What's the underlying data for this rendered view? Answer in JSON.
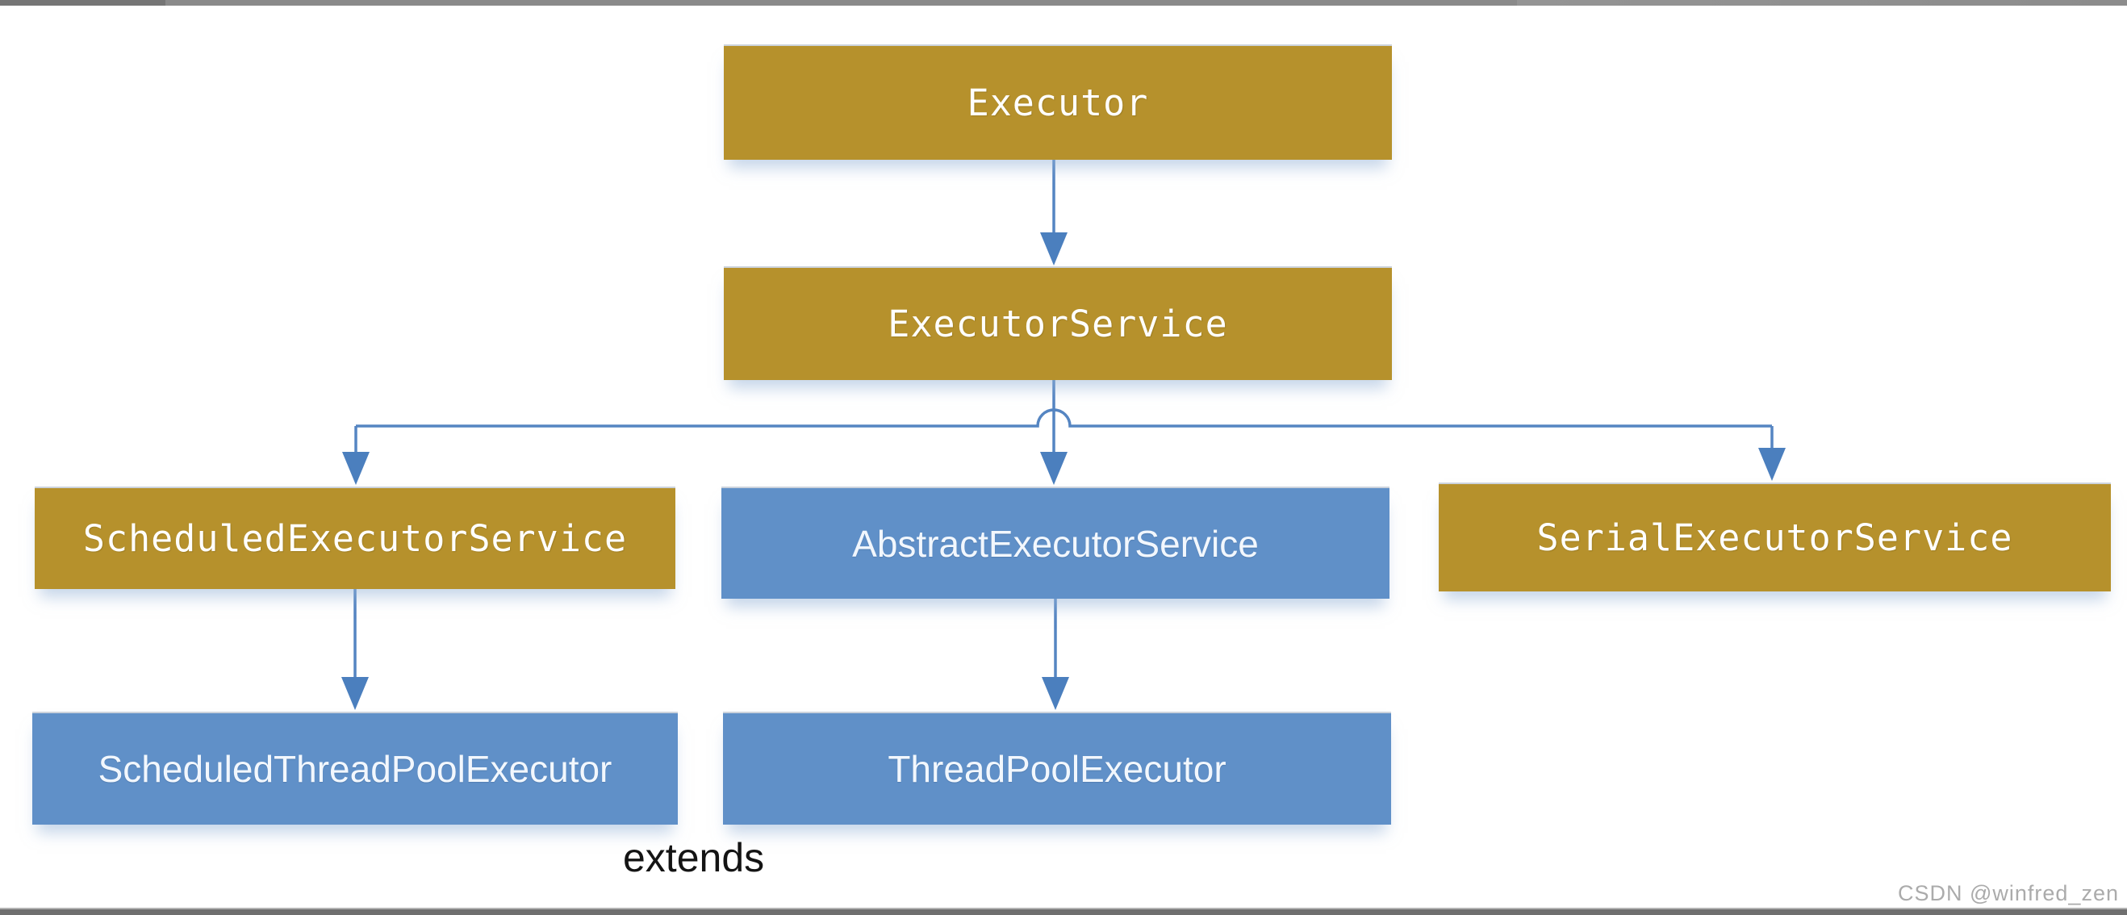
{
  "diagram": {
    "kind": "class-inheritance-diagram",
    "caption": "extends",
    "nodes": [
      {
        "label": "Executor",
        "type": "interface",
        "fill": "#B6912C",
        "text_color": "#FFFFFF"
      },
      {
        "label": "ExecutorService",
        "type": "interface",
        "fill": "#B6912C",
        "text_color": "#FFFFFF"
      },
      {
        "label": "ScheduledExecutorService",
        "type": "interface",
        "fill": "#B6912C",
        "text_color": "#FFFFFF"
      },
      {
        "label": "AbstractExecutorService",
        "type": "class",
        "fill": "#6090C8",
        "text_color": "#FFFFFF"
      },
      {
        "label": "SerialExecutorService",
        "type": "interface",
        "fill": "#B6912C",
        "text_color": "#FFFFFF"
      },
      {
        "label": "ScheduledThreadPoolExecutor",
        "type": "class",
        "fill": "#6090C8",
        "text_color": "#FFFFFF"
      },
      {
        "label": "ThreadPoolExecutor",
        "type": "class",
        "fill": "#6090C8",
        "text_color": "#FFFFFF"
      }
    ],
    "edges": [
      {
        "from": "Executor",
        "to": "ExecutorService",
        "relation": "extends"
      },
      {
        "from": "ExecutorService",
        "to": "ScheduledExecutorService",
        "relation": "extends"
      },
      {
        "from": "ExecutorService",
        "to": "AbstractExecutorService",
        "relation": "extends"
      },
      {
        "from": "ExecutorService",
        "to": "SerialExecutorService",
        "relation": "extends"
      },
      {
        "from": "ScheduledExecutorService",
        "to": "ScheduledThreadPoolExecutor",
        "relation": "extends"
      },
      {
        "from": "AbstractExecutorService",
        "to": "ThreadPoolExecutor",
        "relation": "extends"
      }
    ],
    "colors": {
      "interface_fill": "#B6912C",
      "class_fill": "#6090C8",
      "edge_line": "#5585C2",
      "arrowhead": "#4B7FBE",
      "caption_text": "#141414",
      "border_bar": "#8A8A8A"
    }
  },
  "watermark": {
    "text": "CSDN @winfred_zen"
  }
}
